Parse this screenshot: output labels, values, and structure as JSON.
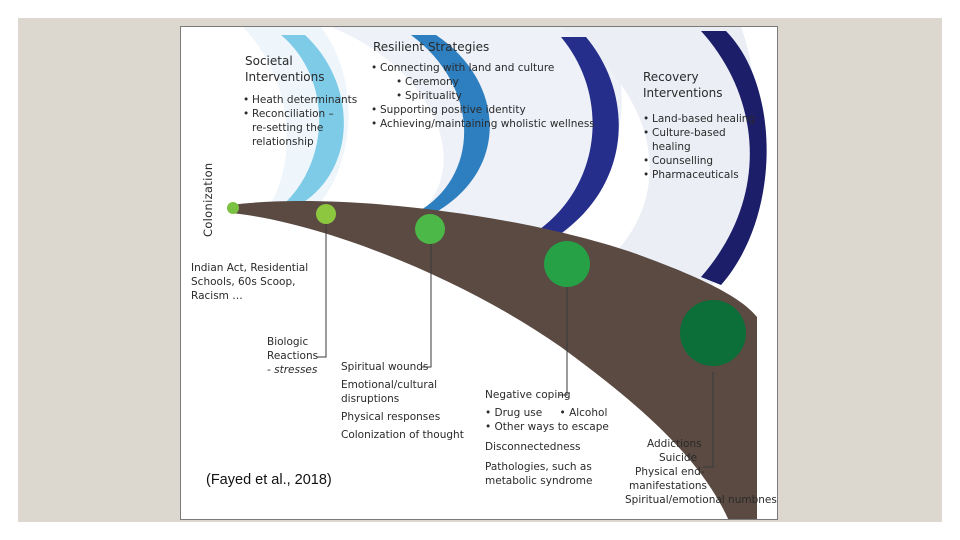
{
  "colonization_label": "Colonization",
  "citation": "(Fayed et al., 2018)",
  "societal": {
    "title_line1": "Societal",
    "title_line2": "Interventions",
    "items": [
      "Heath determinants",
      "Reconciliation –",
      "re-setting the",
      "relationship"
    ]
  },
  "resilient": {
    "title": "Resilient Strategies",
    "items": [
      "Connecting with land and culture",
      "Ceremony",
      "Spirituality",
      "Supporting positive identity",
      "Achieving/maintaining wholistic wellness"
    ]
  },
  "recovery": {
    "title_line1": "Recovery",
    "title_line2": "Interventions",
    "items": [
      "Land-based healing",
      "Culture-based",
      "healing",
      "Counselling",
      "Pharmaceuticals"
    ]
  },
  "indian_act": [
    "Indian Act, Residential",
    "Schools, 60s Scoop,",
    "Racism …"
  ],
  "biologic": [
    "Biologic",
    "Reactions",
    "- stresses"
  ],
  "spiritual": [
    "Spiritual wounds",
    "Emotional/cultural",
    "disruptions",
    "Physical responses",
    "Colonization of thought"
  ],
  "negative": {
    "title": "Negative coping",
    "items": [
      "Drug use",
      "Alcohol",
      "Other ways to escape"
    ],
    "after": [
      "Disconnectedness",
      "Pathologies, such as",
      "metabolic syndrome"
    ]
  },
  "addictions": [
    "Addictions",
    "Suicide",
    "Physical end-",
    "manifestations",
    "Spiritual/emotional numbness"
  ],
  "colors": {
    "path": "#5a4a42",
    "wave_light": "#7ecbe8",
    "wave_mid": "#2e7fc0",
    "wave_dark": "#262e8c",
    "wave_navy": "#1c1e6a",
    "circle_1": "#7cc242",
    "circle_2": "#8dc63f",
    "circle_3": "#4cb848",
    "circle_4": "#26a146",
    "circle_5": "#0c6e38"
  }
}
